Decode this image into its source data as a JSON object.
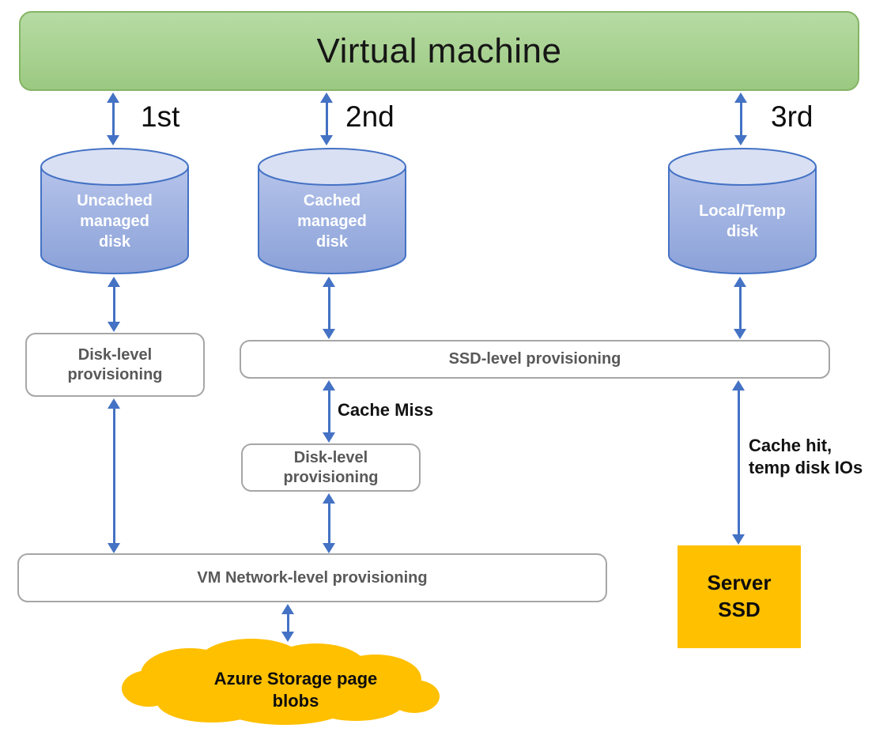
{
  "diagram_title": "Virtual machine",
  "colors": {
    "accent_blue": "#4472C4",
    "vm_green_fill": "#A9D18E",
    "gold": "#FFC000",
    "box_border_gray": "#A6A6A6",
    "box_text_gray": "#595959",
    "cylinder_body_blue": "#8FAADC",
    "cylinder_top_blue": "#D9E0F4"
  },
  "order_labels": [
    {
      "label": "1st"
    },
    {
      "label": "2nd"
    },
    {
      "label": "3rd"
    }
  ],
  "disks": [
    {
      "label": "Uncached\nmanaged\ndisk"
    },
    {
      "label": "Cached\nmanaged\ndisk"
    },
    {
      "label": "Local/Temp\ndisk"
    }
  ],
  "boxes": {
    "disk_level_1": "Disk-level\nprovisioning",
    "ssd_level": "SSD-level provisioning",
    "disk_level_2": "Disk-level\nprovisioning",
    "vm_network_level": "VM Network-level provisioning",
    "server_ssd": "Server\nSSD"
  },
  "annotations": {
    "cache_miss": "Cache Miss",
    "cache_hit": "Cache hit,\ntemp disk IOs"
  },
  "cloud": {
    "label": "Azure Storage page\nblobs"
  }
}
